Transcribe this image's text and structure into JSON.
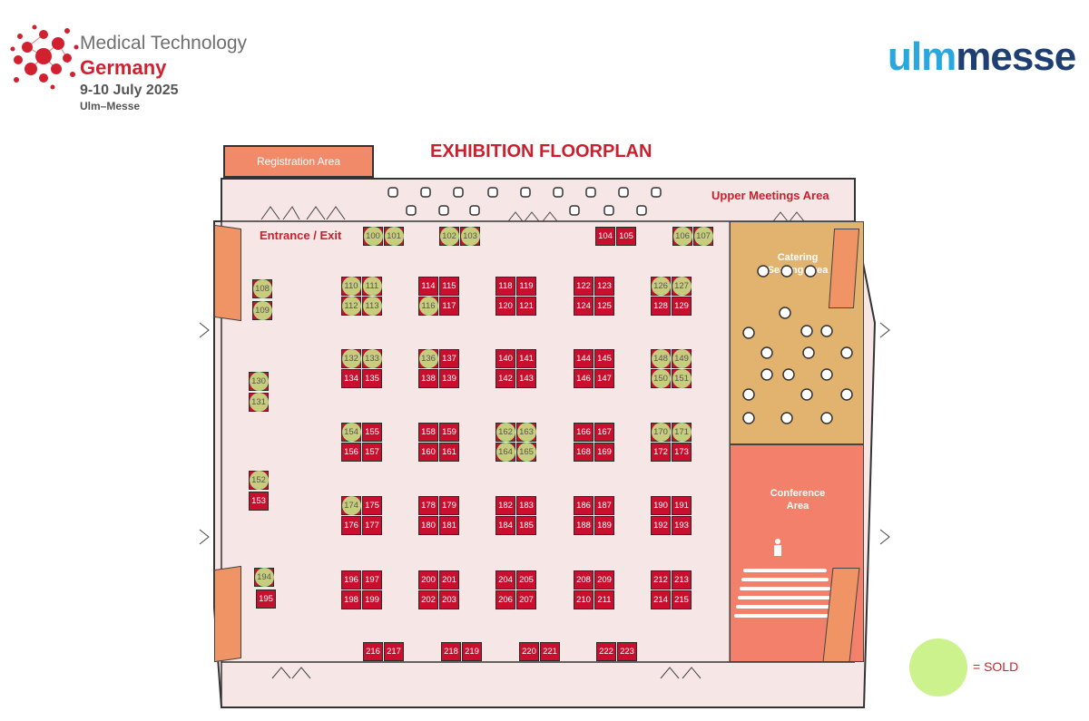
{
  "header": {
    "brand_line1": "Medical Technology",
    "brand_line2": "Germany",
    "date": "9-10 July 2025",
    "venue": "Ulm–Messe",
    "partner_logo_part1": "ulm",
    "partner_logo_part2": "messe"
  },
  "floorplan": {
    "title": "EXHIBITION FLOORPLAN",
    "areas": {
      "registration": "Registration Area",
      "upper_meetings": "Upper Meetings Area",
      "entrance": "Entrance / Exit",
      "catering_line1": "Catering",
      "catering_line2": "Seating Area",
      "conference_line1": "Conference",
      "conference_line2": "Area"
    },
    "sold_booths": [
      "100",
      "101",
      "102",
      "103",
      "106",
      "107",
      "108",
      "109",
      "110",
      "111",
      "112",
      "113",
      "116",
      "126",
      "127",
      "130",
      "131",
      "132",
      "133",
      "136",
      "148",
      "149",
      "150",
      "151",
      "152",
      "154",
      "162",
      "163",
      "164",
      "165",
      "170",
      "171",
      "174",
      "194"
    ]
  },
  "legend": {
    "sold_label": "= SOLD",
    "sold_color": "#ccf28e"
  },
  "colors": {
    "booth": "#c8102e",
    "hall_floor": "#f6e6e6",
    "catering": "#e2b36e",
    "conference": "#f2806a",
    "brand_red": "#d1202f"
  }
}
